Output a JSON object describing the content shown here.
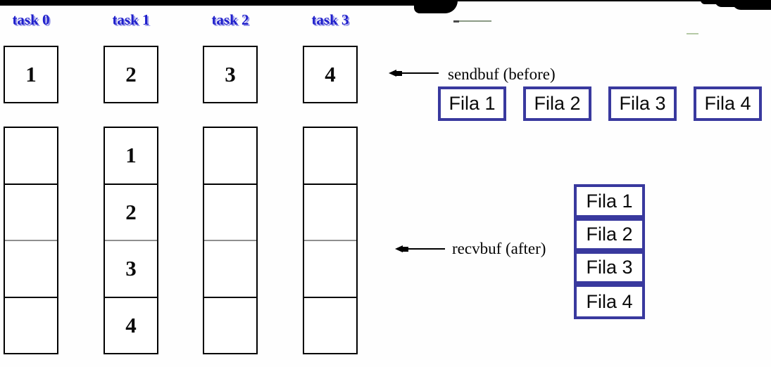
{
  "diagram": {
    "title_hint": "MPI gather collective communication diagram",
    "tasks": [
      {
        "label": "task 0",
        "sendbuf_value": "1",
        "recvbuf": [
          "",
          "",
          "",
          ""
        ]
      },
      {
        "label": "task 1",
        "sendbuf_value": "2",
        "recvbuf": [
          "1",
          "2",
          "3",
          "4"
        ]
      },
      {
        "label": "task 2",
        "sendbuf_value": "3",
        "recvbuf": [
          "",
          "",
          "",
          ""
        ]
      },
      {
        "label": "task 3",
        "sendbuf_value": "4",
        "recvbuf": [
          "",
          "",
          "",
          ""
        ]
      }
    ],
    "sendbuf_label": "sendbuf (before)",
    "recvbuf_label": "recvbuf (after)",
    "fila_row": [
      "Fila 1",
      "Fila 2",
      "Fila 3",
      "Fila 4"
    ],
    "fila_stack": [
      "Fila 1",
      "Fila 2",
      "Fila 3",
      "Fila 4"
    ]
  },
  "colors": {
    "task_label": "#2020cc",
    "task_label_shadow": "#9a9ae8",
    "fila_border": "#39399e",
    "box_border": "#000000"
  }
}
